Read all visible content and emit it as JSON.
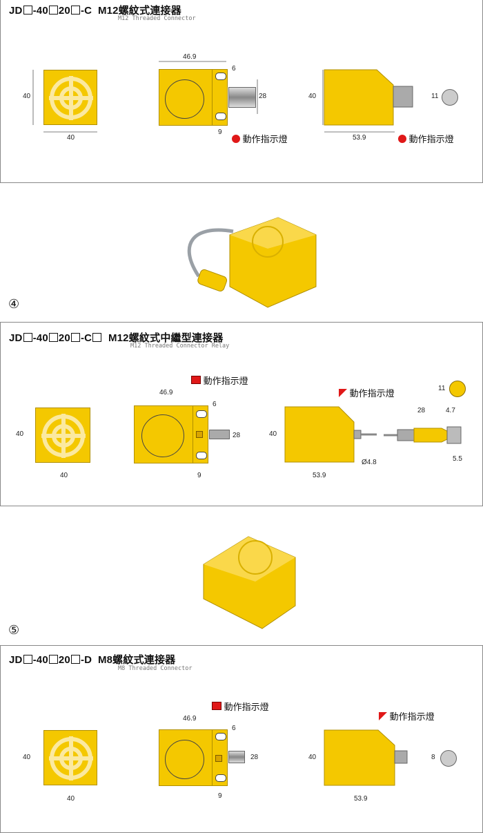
{
  "sections": [
    {
      "title_parts": [
        "JD",
        "-40",
        "20",
        "-C"
      ],
      "title_suffix": "M12螺紋式連接器",
      "subtitle": "M12 Threaded Connector",
      "dims": {
        "front_h": "40",
        "front_w": "40",
        "side_len": "46.9",
        "gap": "6",
        "conn": "28",
        "bot": "9",
        "depth_h": "40",
        "depth_w": "53.9",
        "pin": "11"
      },
      "indicator": "動作指示燈"
    },
    {
      "number": "④",
      "title_parts": [
        "JD",
        "-40",
        "20",
        "-C"
      ],
      "title_suffix": "M12螺紋式中繼型連接器",
      "subtitle": "M12 Threaded Connector Relay",
      "dims": {
        "front_h": "40",
        "front_w": "40",
        "side_len": "46.9",
        "gap": "6",
        "conn": "28",
        "bot": "9",
        "depth_h": "40",
        "depth_w": "53.9",
        "pin": "11",
        "cable_dia": "Ø4.8",
        "plug_len": "28",
        "plug_a": "4.7",
        "plug_b": "5.5"
      },
      "indicator": "動作指示燈"
    },
    {
      "number": "⑤",
      "title_parts": [
        "JD",
        "-40",
        "20",
        "-D"
      ],
      "title_suffix": "M8螺紋式連接器",
      "subtitle": "M8 Threaded Connector",
      "dims": {
        "front_h": "40",
        "front_w": "40",
        "side_len": "46.9",
        "gap": "6",
        "conn": "28",
        "bot": "9",
        "depth_h": "40",
        "depth_w": "53.9",
        "pin": "8"
      },
      "indicator": "動作指示燈"
    }
  ],
  "colors": {
    "yellow": "#f4c800",
    "red": "#e01818",
    "grey": "#9aa0a6"
  }
}
